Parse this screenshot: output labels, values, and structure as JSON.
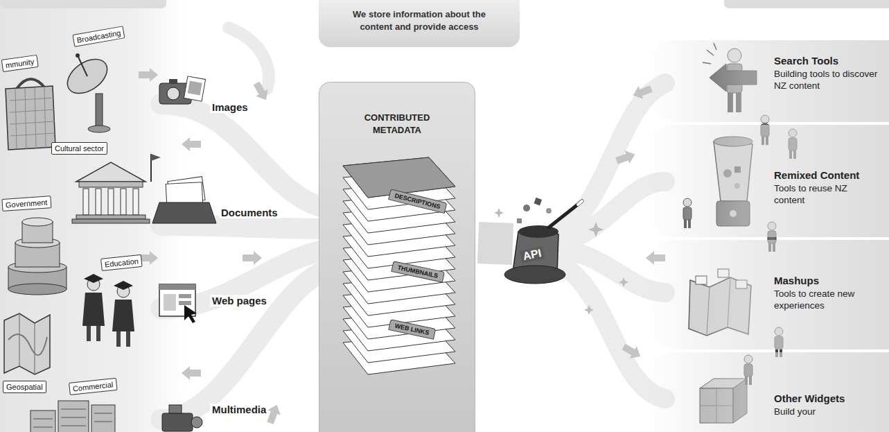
{
  "diagram": {
    "nodes": [
      {
        "text": [
          "We store information about the content and provide access"
        ]
      },
      {
        "text": [
          "mmunity"
        ]
      },
      {
        "text": [
          "Broadcasting"
        ]
      },
      {
        "text": [
          "Cultural sector"
        ]
      },
      {
        "text": [
          "Government"
        ]
      },
      {
        "text": [
          "Education"
        ]
      },
      {
        "text": [
          "Geospatial"
        ]
      },
      {
        "text": [
          "Commercial"
        ]
      },
      {
        "text": [
          "CONTRIBUTED METADATA"
        ]
      },
      {
        "text": [
          "Search Tools",
          "Building tools to discover NZ content"
        ]
      },
      {
        "text": [
          "Remixed Content",
          "Tools to reuse NZ content"
        ]
      },
      {
        "text": [
          "Mashups",
          "Tools to create new experiences"
        ]
      },
      {
        "text": [
          "Other Widgets",
          "Build your"
        ]
      }
    ],
    "labels": [
      "Images",
      "Documents",
      "Web pages",
      "Multimedia",
      "DESCRIPTIONS",
      "THUMBNAILS",
      "WEB LINKS",
      "API"
    ]
  }
}
